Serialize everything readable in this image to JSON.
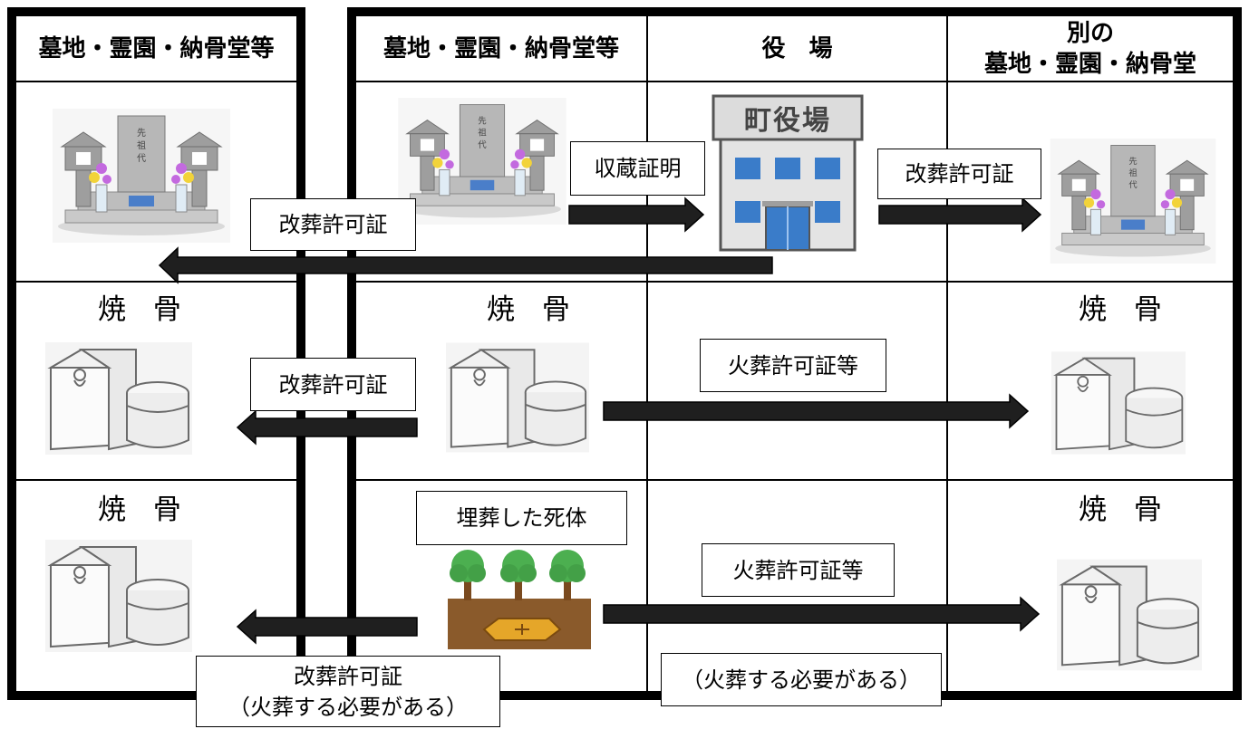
{
  "headers": {
    "left": "墓地・霊園・納骨堂等",
    "origin": "墓地・霊園・納骨堂等",
    "office": "役　場",
    "other_line1": "別の",
    "other_line2": "墓地・霊園・納骨堂"
  },
  "town_hall_sign": "町役場",
  "bones_label": "焼 骨",
  "buried_body_label": "埋葬した死体",
  "labels": {
    "storage_certificate": "収蔵証明",
    "reburial_permit": "改葬許可証",
    "cremation_permit": "火葬許可証等",
    "cremation_required": "（火葬する必要がある）"
  },
  "colors": {
    "line": "#000000",
    "arrow_fill": "#1f1f1f",
    "building_blue": "#3a7cc9",
    "building_gray": "#e4e4e4",
    "tree_green": "#4caf50",
    "soil_brown": "#8a5a2b",
    "coffin": "#e5a629"
  },
  "icons": [
    "grave-icon",
    "town-hall-icon",
    "bone-box-icon",
    "urn-icon",
    "tree-icon",
    "coffin-icon"
  ]
}
